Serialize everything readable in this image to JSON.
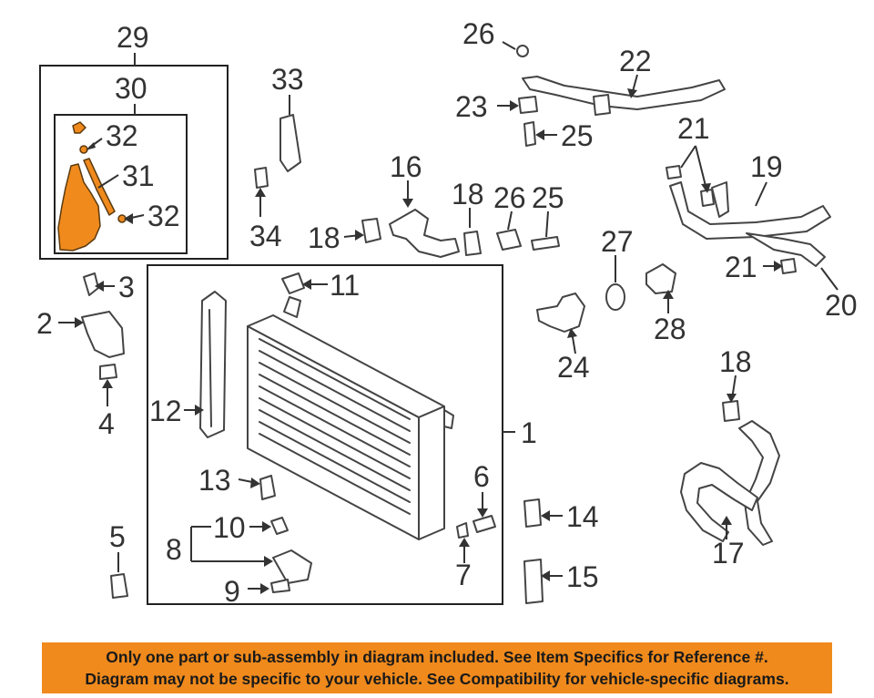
{
  "callouts": {
    "c1": "1",
    "c2": "2",
    "c3": "3",
    "c4": "4",
    "c5": "5",
    "c6": "6",
    "c7": "7",
    "c8": "8",
    "c9": "9",
    "c10": "10",
    "c11": "11",
    "c12": "12",
    "c13": "13",
    "c14": "14",
    "c15": "15",
    "c16": "16",
    "c17": "17",
    "c18a": "18",
    "c18b": "18",
    "c18c": "18",
    "c19": "19",
    "c20": "20",
    "c21a": "21",
    "c21b": "21",
    "c22": "22",
    "c23": "23",
    "c24": "24",
    "c25a": "25",
    "c25b": "25",
    "c26a": "26",
    "c26b": "26",
    "c27": "27",
    "c28": "28",
    "c29": "29",
    "c30": "30",
    "c31": "31",
    "c32a": "32",
    "c32b": "32",
    "c33": "33",
    "c34": "34"
  },
  "colors": {
    "highlight": "#f08a1c",
    "line": "#333333",
    "banner": "#f08a1c"
  },
  "banner": {
    "line1": "Only one part or sub-assembly in diagram included. See Item Specifics for Reference #.",
    "line2": "Diagram may not be specific to your vehicle. See Compatibility for vehicle-specific diagrams."
  }
}
